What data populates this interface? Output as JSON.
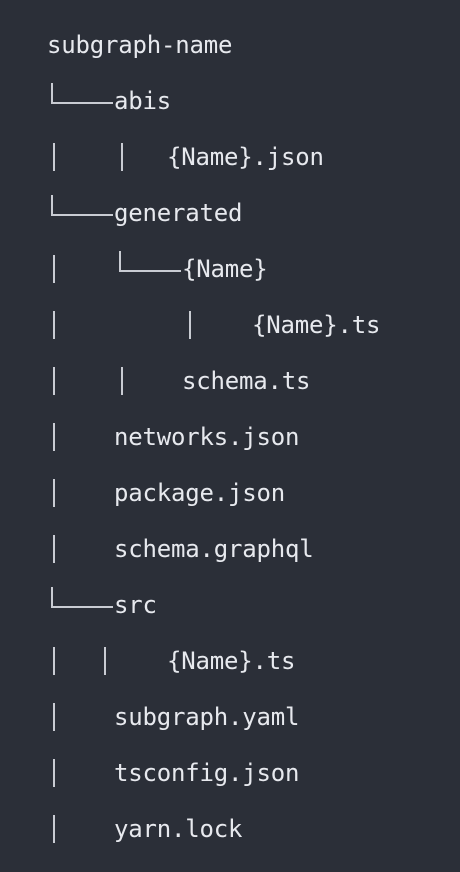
{
  "tree": {
    "root": "subgraph-name",
    "abis": "abis",
    "abis_file": "{Name}.json",
    "generated": "generated",
    "generated_name_dir": "{Name}",
    "generated_name_file": "{Name}.ts",
    "schema_ts": "schema.ts",
    "networks": "networks.json",
    "package": "package.json",
    "schema_graphql": "schema.graphql",
    "src": "src",
    "src_file": "{Name}.ts",
    "subgraph_yaml": "subgraph.yaml",
    "tsconfig": "tsconfig.json",
    "yarn_lock": "yarn.lock"
  }
}
